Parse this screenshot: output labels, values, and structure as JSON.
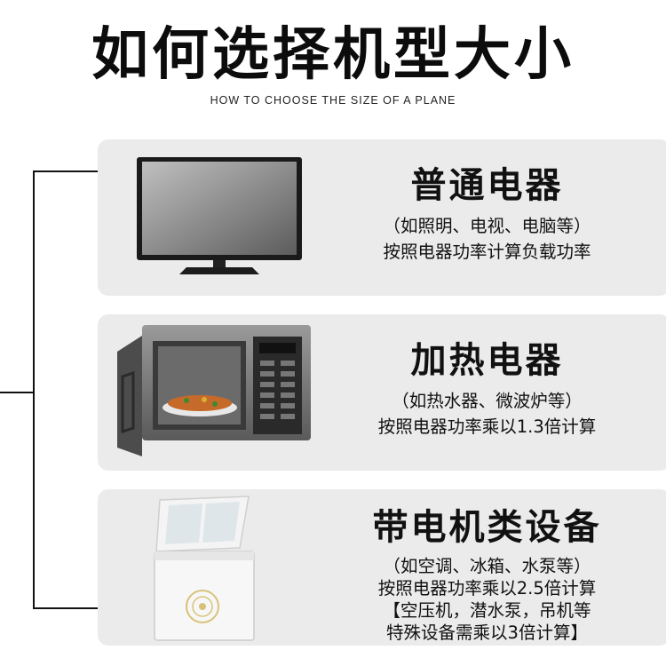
{
  "page": {
    "title": "如何选择机型大小",
    "subtitle": "HOW TO CHOOSE THE SIZE OF A PLANE"
  },
  "cards": [
    {
      "heading": "普通电器",
      "lines": [
        "（如照明、电视、电脑等）",
        "按照电器功率计算负载功率"
      ],
      "image": "tv-icon"
    },
    {
      "heading": "加热电器",
      "lines": [
        "（如热水器、微波炉等）",
        "按照电器功率乘以1.3倍计算"
      ],
      "image": "microwave-icon"
    },
    {
      "heading": "带电机类设备",
      "lines": [
        "（如空调、冰箱、水泵等）",
        "按照电器功率乘以2.5倍计算",
        "【空压机，潜水泵，吊机等",
        "特殊设备需乘以3倍计算】"
      ],
      "image": "freezer-icon"
    }
  ],
  "colors": {
    "card_bg": "#ebebeb",
    "line": "#111111",
    "text": "#111111"
  }
}
